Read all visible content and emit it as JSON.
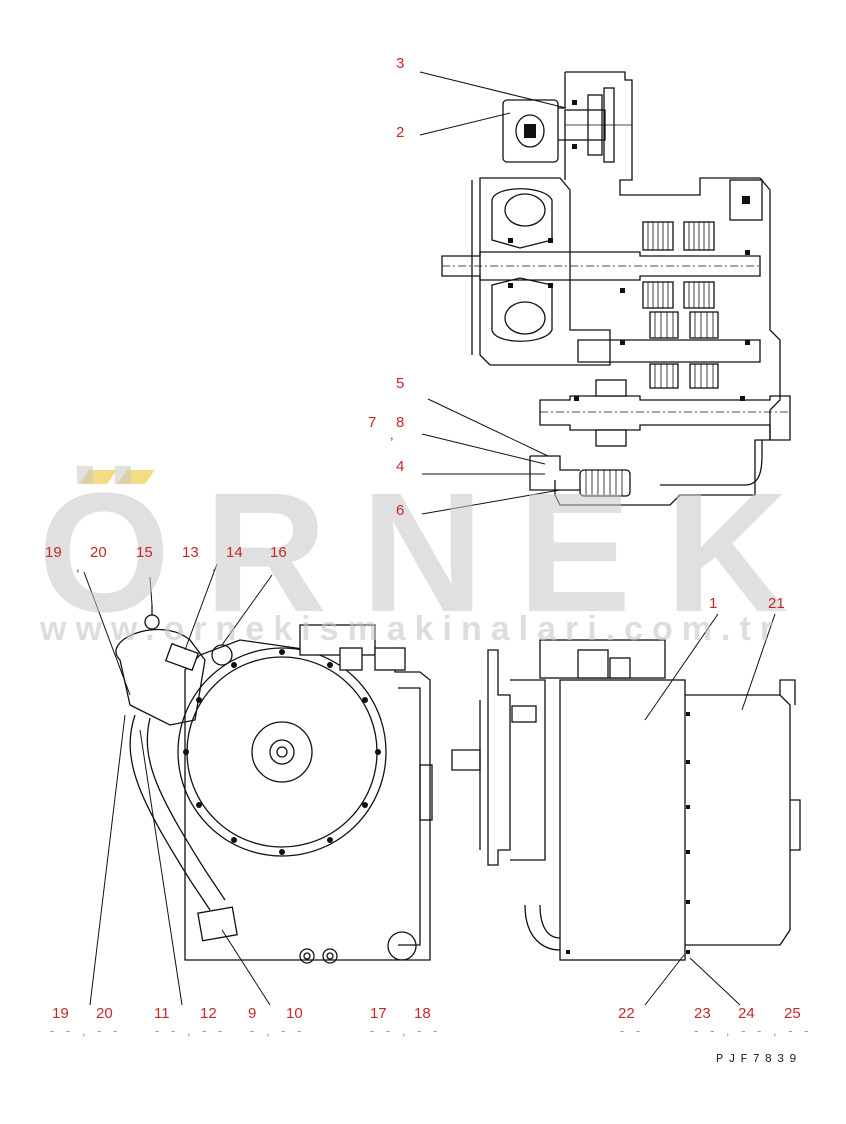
{
  "watermark": {
    "brand": "ÖRNEK",
    "url": "www.ornekismakinalari.com.tr"
  },
  "drawing_code": "PJF7839",
  "callouts": {
    "c3": "3",
    "c2": "2",
    "c5": "5",
    "c7": "7",
    "c8": "8",
    "c4": "4",
    "c6": "6",
    "c19a": "19",
    "c20a": "20",
    "c15": "15",
    "c13": "13",
    "c14": "14",
    "c16": "16",
    "c1": "1",
    "c21": "21",
    "c19b": "19",
    "c20b": "20",
    "c11": "11",
    "c12": "12",
    "c9": "9",
    "c10": "10",
    "c17": "17",
    "c18": "18",
    "c22": "22",
    "c23": "23",
    "c24": "24",
    "c25": "25"
  }
}
